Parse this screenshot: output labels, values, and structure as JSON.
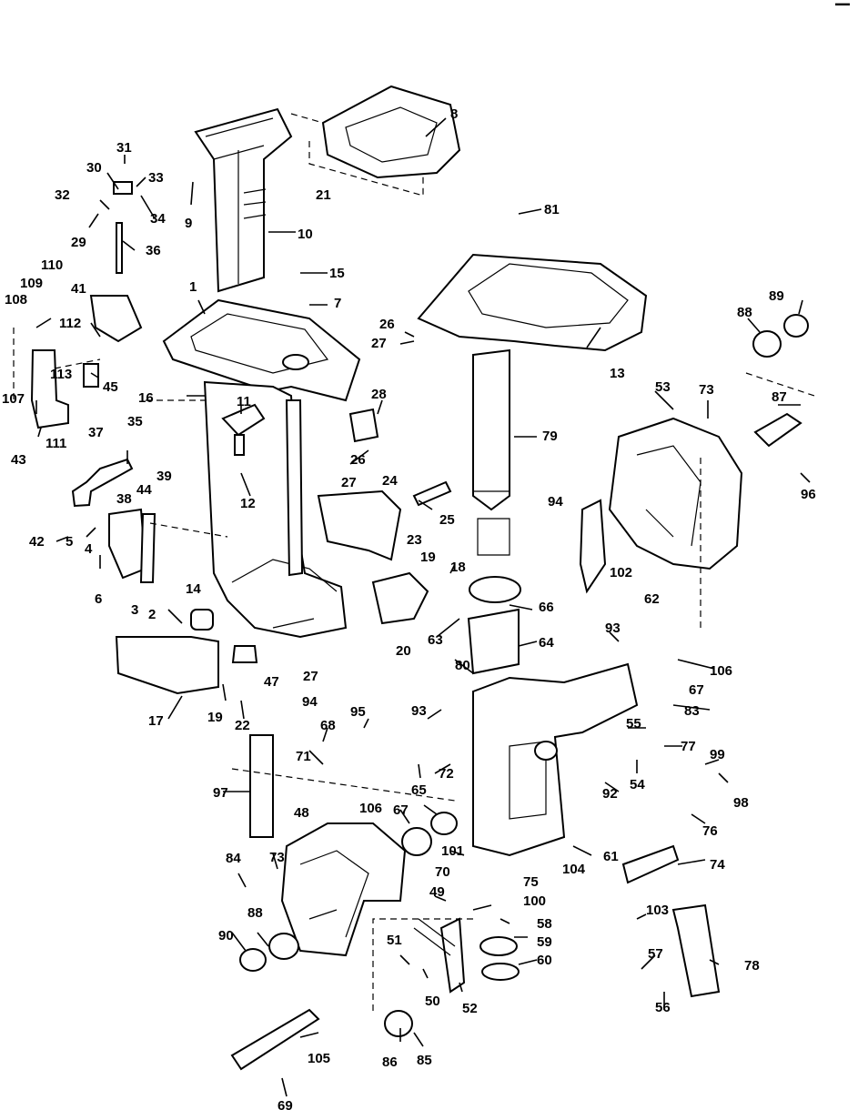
{
  "corner_text": "▬▬",
  "labels": {
    "p1": "1",
    "p2": "2",
    "p3": "3",
    "p4": "4",
    "p5": "5",
    "p6": "6",
    "p7": "7",
    "p8": "8",
    "p9": "9",
    "p10": "10",
    "p11": "11",
    "p12": "12",
    "p13": "13",
    "p14": "14",
    "p15": "15",
    "p16": "16",
    "p17": "17",
    "p18": "18",
    "p19a": "19",
    "p19b": "19",
    "p20": "20",
    "p21": "21",
    "p22": "22",
    "p23": "23",
    "p24": "24",
    "p25": "25",
    "p26a": "26",
    "p26b": "26",
    "p27a": "27",
    "p27b": "27",
    "p27c": "27",
    "p28": "28",
    "p29": "29",
    "p30": "30",
    "p31": "31",
    "p32": "32",
    "p33": "33",
    "p34": "34",
    "p35": "35",
    "p36": "36",
    "p37": "37",
    "p38": "38",
    "p39": "39",
    "p41": "41",
    "p42": "42",
    "p43": "43",
    "p44": "44",
    "p45": "45",
    "p47": "47",
    "p48": "48",
    "p49": "49",
    "p50": "50",
    "p51": "51",
    "p52": "52",
    "p53": "53",
    "p54": "54",
    "p55": "55",
    "p56": "56",
    "p57": "57",
    "p58": "58",
    "p59": "59",
    "p60": "60",
    "p61": "61",
    "p62": "62",
    "p63": "63",
    "p64": "64",
    "p65": "65",
    "p66": "66",
    "p67a": "67",
    "p67b": "67",
    "p68": "68",
    "p69": "69",
    "p70": "70",
    "p71": "71",
    "p72": "72",
    "p73a": "73",
    "p73b": "73",
    "p74": "74",
    "p75": "75",
    "p76": "76",
    "p77": "77",
    "p78": "78",
    "p79": "79",
    "p80": "80",
    "p81": "81",
    "p83": "83",
    "p84": "84",
    "p85": "85",
    "p86": "86",
    "p87": "87",
    "p88a": "88",
    "p88b": "88",
    "p89": "89",
    "p90": "90",
    "p92": "92",
    "p93a": "93",
    "p93b": "93",
    "p94a": "94",
    "p94b": "94",
    "p95": "95",
    "p96": "96",
    "p97": "97",
    "p98": "98",
    "p99": "99",
    "p100": "100",
    "p101": "101",
    "p102": "102",
    "p103": "103",
    "p104": "104",
    "p105": "105",
    "p106a": "106",
    "p106b": "106",
    "p107": "107",
    "p108": "108",
    "p109": "109",
    "p110": "110",
    "p111": "111",
    "p112": "112",
    "p113": "113"
  }
}
